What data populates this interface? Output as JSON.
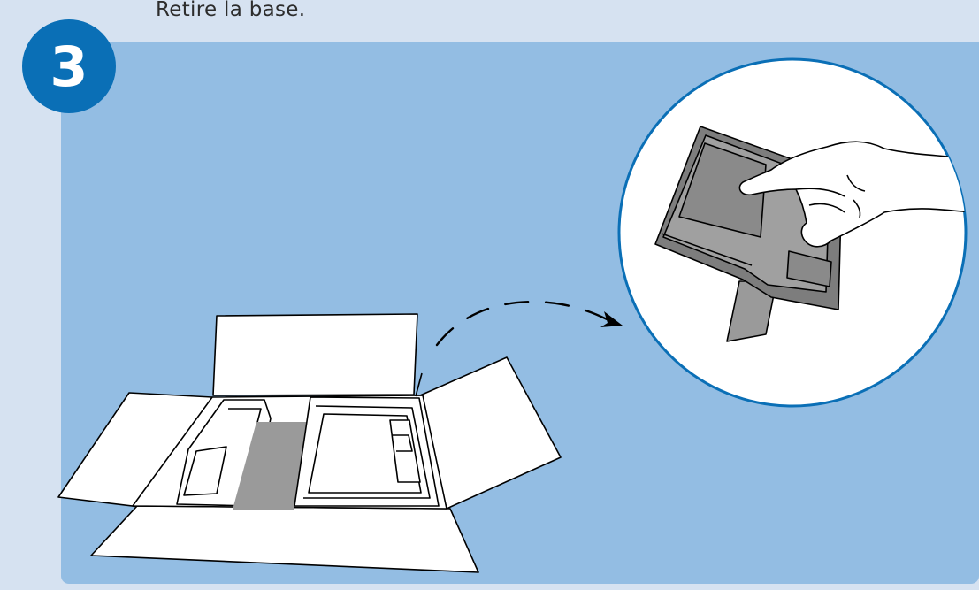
{
  "step": {
    "number": "3"
  },
  "caption": "Retire la base.",
  "colors": {
    "page_background": "#d6e2f1",
    "panel": "#93bde3",
    "badge": "#0a6fb6",
    "box_fill": "#ffffff",
    "stand_gray": "#9a9a9a",
    "stand_light": "#ababab",
    "outline": "#000000"
  },
  "icons": {
    "badge": "step-number-circle",
    "arrow": "dashed-curved-arrow",
    "magnifier": "zoom-detail-circle"
  }
}
